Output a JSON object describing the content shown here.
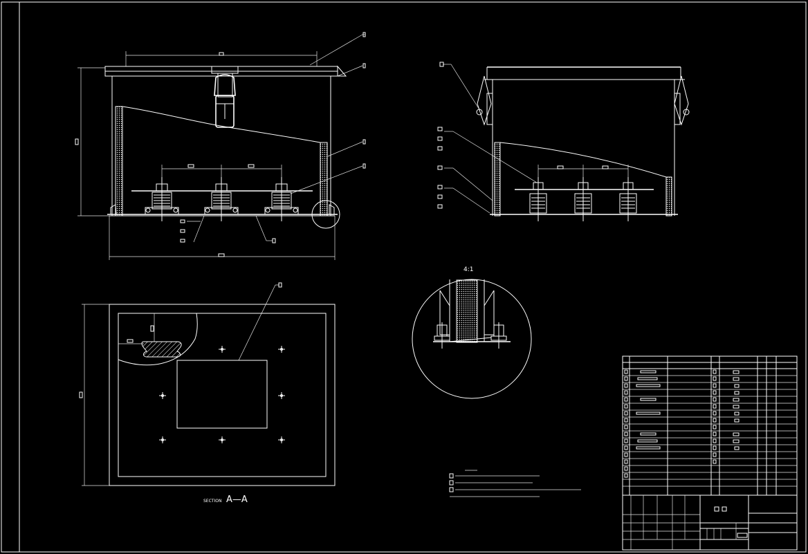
{
  "detail_view": {
    "scale_label": "4:1"
  },
  "section_view": {
    "prefix": "SECTION",
    "label": "A—A"
  },
  "colors": {
    "background": "#000000",
    "lines": "#ffffff"
  }
}
